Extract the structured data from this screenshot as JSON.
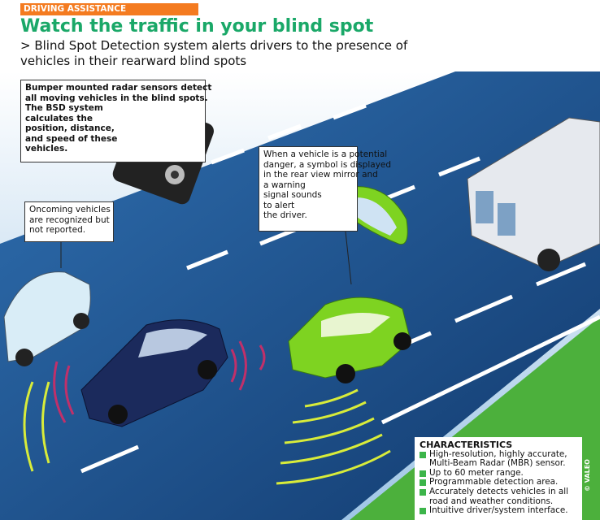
{
  "header": {
    "tag": "DRIVING ASSISTANCE",
    "title": "Watch the traffic in your blind spot",
    "subtitle": "> Blind Spot Detection system alerts drivers to the presence of vehicles in their rearward blind spots"
  },
  "callouts": {
    "radar": [
      "Bumper mounted radar sensors detect",
      "all moving vehicles in the blind spots.",
      "The BSD system",
      "calculates the",
      "position, distance,",
      "and speed of these",
      "vehicles."
    ],
    "oncoming": [
      "Oncoming vehicles",
      "are recognized but",
      "not reported."
    ],
    "mirror": [
      "When a vehicle is a potential",
      "danger, a symbol is displayed",
      "in the rear view mirror and",
      "a warning",
      "signal sounds",
      "to alert",
      "the driver."
    ]
  },
  "characteristics": {
    "title": "CHARACTERISTICS",
    "items": [
      [
        "High-resolution, highly accurate,",
        "Multi-Beam Radar (MBR) sensor."
      ],
      [
        "Up to 60 meter range."
      ],
      [
        "Programmable detection area."
      ],
      [
        "Accurately detects vehicles in all",
        "road and weather conditions."
      ],
      [
        "Intuitive driver/system interface."
      ]
    ]
  },
  "credit": "© VALEO",
  "colors": {
    "accent": "#f47b20",
    "title": "#1aa868",
    "road": "#1d4f8a",
    "bullet": "#3cb54a"
  }
}
